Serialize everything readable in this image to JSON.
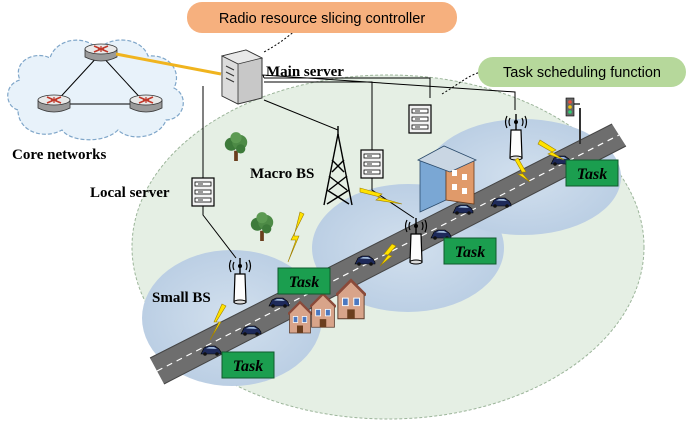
{
  "labels": {
    "radio_controller": "Radio resource slicing controller",
    "task_scheduling": "Task scheduling function",
    "main_server": "Main server",
    "core_networks": "Core networks",
    "local_server": "Local server",
    "macro_bs": "Macro BS",
    "small_bs": "Small BS",
    "task": "Task"
  },
  "colors": {
    "controller_pill": "#f6b07e",
    "scheduling_pill": "#b6d89b",
    "task_box": "#1b9e4f",
    "area_fill": "#e4eee4",
    "cell_fill": "#c4d5e8",
    "road": "#6e6e6e",
    "core_link": "#f0b41e"
  },
  "icons": [
    "cloud-icon",
    "router-icon",
    "server-icon",
    "rack-server-icon",
    "tower-icon",
    "antenna-icon",
    "car-icon",
    "building-icon",
    "house-icon",
    "tree-icon",
    "traffic-light-icon",
    "lightning-icon"
  ]
}
